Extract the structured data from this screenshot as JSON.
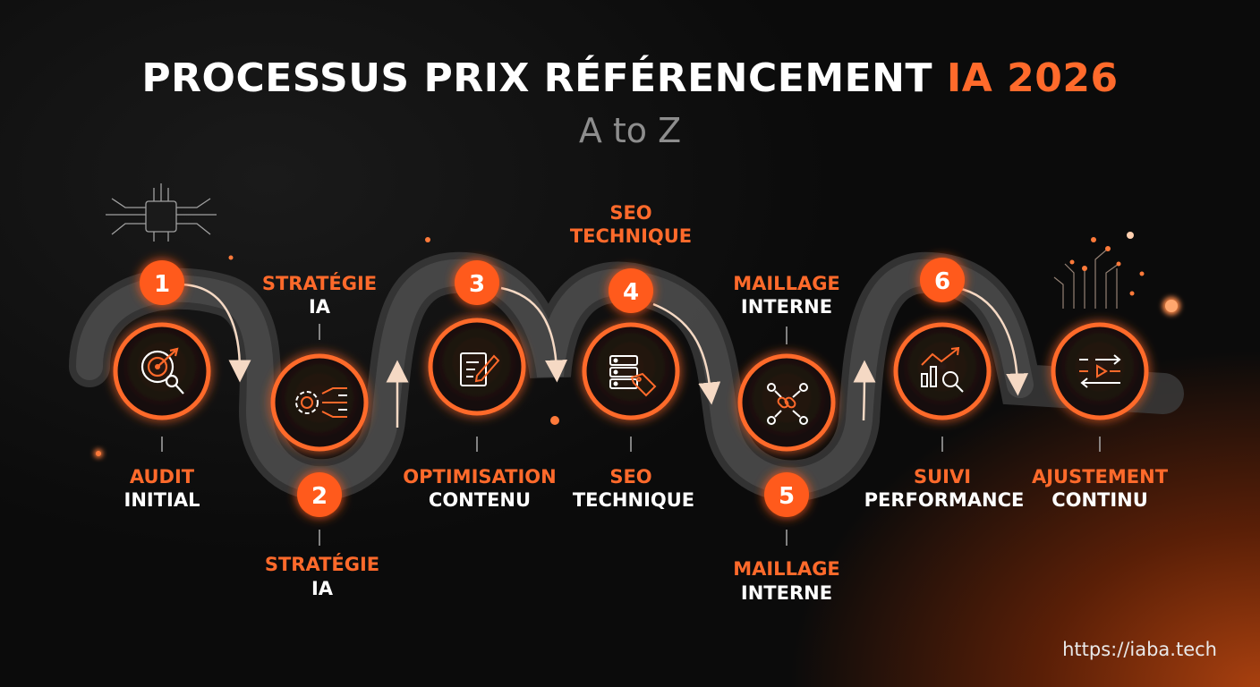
{
  "header": {
    "title_main": "PROCESSUS PRIX RÉFÉRENCEMENT",
    "title_accent": "IA 2026",
    "subtitle": "A to Z"
  },
  "colors": {
    "accent": "#ff6a2b",
    "text": "#ffffff",
    "muted": "#8d8d8d",
    "background": "#0b0b0b"
  },
  "steps": [
    {
      "number": "1",
      "icon": "target-search-icon",
      "label_line1": "AUDIT",
      "label_line2": "INITIAL"
    },
    {
      "number": "2",
      "icon": "gear-strategy-icon",
      "label_line1": "STRATÉGIE",
      "label_line2": "IA"
    },
    {
      "number": "3",
      "icon": "edit-document-icon",
      "label_line1": "OPTIMISATION",
      "label_line2": "CONTENU"
    },
    {
      "number": "4",
      "icon": "server-tag-icon",
      "label_line1": "SEO",
      "label_line2": "TECHNIQUE"
    },
    {
      "number": "5",
      "icon": "link-network-icon",
      "label_line1": "MAILLAGE",
      "label_line2": "INTERNE"
    },
    {
      "number": "6",
      "icon": "chart-search-icon",
      "label_line1": "SUIVI",
      "label_line2": "PERFORMANCE"
    },
    {
      "number": "",
      "icon": "adjust-arrows-icon",
      "label_line1": "AJUSTEMENT",
      "label_line2": "CONTINU"
    }
  ],
  "extra_labels": {
    "strategie_top": {
      "line1": "STRATÉGIE",
      "line2": "IA"
    },
    "seo_top": {
      "line1": "SEO",
      "line2": "TECHNIQUE"
    },
    "maillage_top": {
      "line1": "MAILLAGE",
      "line2": "INTERNE"
    }
  },
  "footer": {
    "url": "https://iaba.tech"
  }
}
